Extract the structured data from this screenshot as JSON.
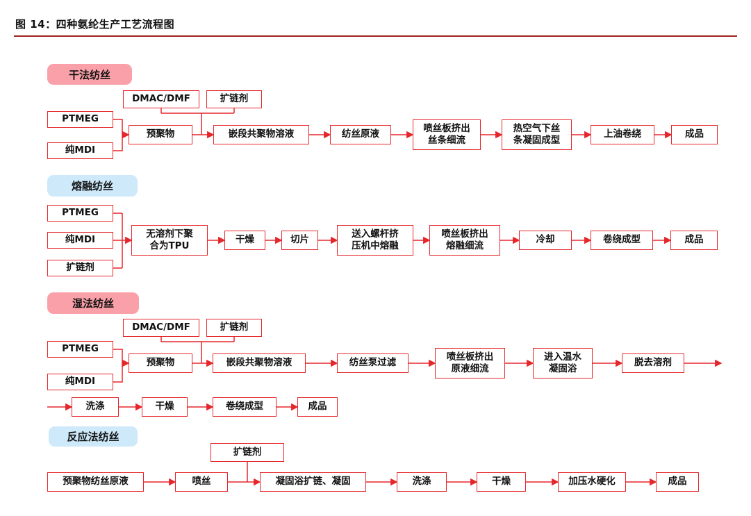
{
  "figure": {
    "title": "图 14：四种氨纶生产工艺流程图"
  },
  "colors": {
    "flow_red": "#e5262b",
    "pink_label_bg": "#f9a0a8",
    "blue_label_bg": "#cde9fa",
    "title_rule": "#9e2121"
  },
  "sections": [
    {
      "label": "干法纺丝",
      "style": "pink",
      "boxes": {
        "dmac_dmf": "DMAC/DMF",
        "kuolianji": "扩链剂",
        "ptmeg": "PTMEG",
        "mdi": "纯MDI",
        "yujuwu": "预聚物",
        "qianduan": "嵌段共聚物溶液",
        "fangsi_yuanye": "纺丝原液",
        "pensiban": "喷丝板挤出\n丝条细流",
        "rekongqi": "热空气下丝\n条凝固成型",
        "shangyou": "上油卷绕",
        "chengpin": "成品"
      }
    },
    {
      "label": "熔融纺丝",
      "style": "blue",
      "boxes": {
        "ptmeg": "PTMEG",
        "mdi": "纯MDI",
        "kuolianji": "扩链剂",
        "tpu": "无溶剂下聚\n合为TPU",
        "ganzao": "干燥",
        "qiepian": "切片",
        "luogan": "送入螺杆挤\n压机中熔融",
        "pensiban": "喷丝板挤出\n熔融细流",
        "lengque": "冷却",
        "juanrao": "卷绕成型",
        "chengpin": "成品"
      }
    },
    {
      "label": "湿法纺丝",
      "style": "pink",
      "boxes": {
        "dmac_dmf": "DMAC/DMF",
        "kuolianji": "扩链剂",
        "ptmeg": "PTMEG",
        "mdi": "纯MDI",
        "yujuwu": "预聚物",
        "qianduan": "嵌段共聚物溶液",
        "fangsibeng": "纺丝泵过滤",
        "pensiban": "喷丝板挤出\n原液细流",
        "wenshui": "进入温水\n凝固浴",
        "tuoqu": "脱去溶剂",
        "xidi": "洗涤",
        "ganzao": "干燥",
        "juanrao": "卷绕成型",
        "chengpin": "成品"
      }
    },
    {
      "label": "反应法纺丝",
      "style": "blue",
      "boxes": {
        "kuolianji": "扩链剂",
        "yuanye": "预聚物纺丝原液",
        "pensi": "喷丝",
        "ninggu": "凝固浴扩链、凝固",
        "xidi": "洗涤",
        "ganzao": "干燥",
        "jiaya": "加压水硬化",
        "chengpin": "成品"
      }
    }
  ]
}
